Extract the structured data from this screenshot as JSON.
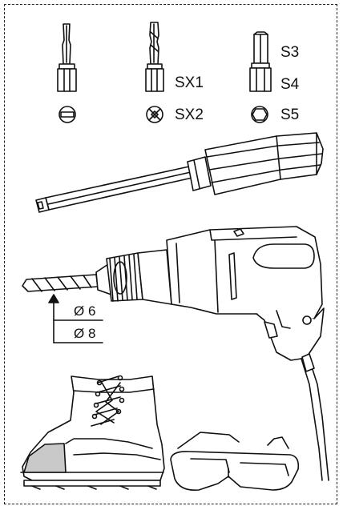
{
  "bits": {
    "phillips": [
      "SX1",
      "SX2"
    ],
    "hex": [
      "S3",
      "S4",
      "S5"
    ]
  },
  "drill": {
    "diameters": [
      "Ø 6",
      "Ø 8"
    ]
  }
}
